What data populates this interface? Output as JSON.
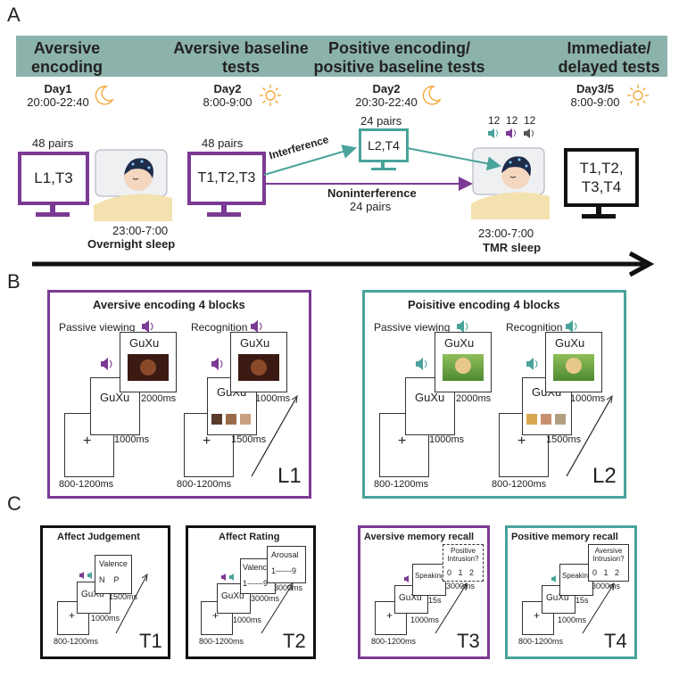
{
  "panel_a": {
    "letter": "A",
    "phases": [
      {
        "label": "Aversive encoding"
      },
      {
        "label": "Aversive baseline tests"
      },
      {
        "label": "Positive encoding/ positive baseline tests"
      },
      {
        "label": "Immediate/ delayed tests"
      }
    ],
    "days": [
      {
        "day": "Day1",
        "time": "20:00-22:40",
        "icon": "moon-icon"
      },
      {
        "day": "Day2",
        "time": "8:00-9:00",
        "icon": "sun-icon"
      },
      {
        "day": "Day2",
        "time": "20:30-22:40",
        "icon": "moon-icon"
      },
      {
        "day": "Day3/5",
        "time": "8:00-9:00",
        "icon": "sun-icon"
      }
    ],
    "monitors": [
      {
        "pairs": "48 pairs",
        "screen": "L1,T3",
        "color": "#7b3a93"
      },
      {
        "pairs": "48 pairs",
        "screen": "T1,T2,T3",
        "color": "#7b3a93"
      },
      {
        "pairs": "24 pairs",
        "screen": "L2,T4",
        "color": "#4aa39a"
      },
      {
        "pairs": "",
        "screen": "T1,T2, T3,T4",
        "color": "#111111"
      }
    ],
    "interference_label": "Interference",
    "noninterference_label": "Noninterference",
    "noninterference_pairs": "24 pairs",
    "sleep1_time": "23:00-7:00",
    "sleep1_label": "Overnight sleep",
    "sleep2_time": "23:00-7:00",
    "sleep2_label": "TMR sleep",
    "tmr_counts": [
      "12",
      "12",
      "12"
    ]
  },
  "panel_b": {
    "letter": "B",
    "aversive": {
      "title": "Aversive encoding 4 blocks",
      "passive_label": "Passive viewing",
      "recognition_label": "Recognition",
      "word": "GuXu",
      "t_fix": "800-1200ms",
      "t_word": "1000ms",
      "t_img": "2000ms",
      "t_rec1": "1500ms",
      "t_rec2": "1000ms",
      "code": "L1",
      "color": "#7b3a93"
    },
    "positive": {
      "title": "Poisitive encoding 4 blocks",
      "passive_label": "Passive viewing",
      "recognition_label": "Recognition",
      "word": "GuXu",
      "t_fix": "800-1200ms",
      "t_word": "1000ms",
      "t_img": "2000ms",
      "t_rec1": "1500ms",
      "t_rec2": "1000ms",
      "code": "L2",
      "color": "#4aa39a"
    }
  },
  "panel_c": {
    "letter": "C",
    "tasks": [
      {
        "title": "Affect Judgement",
        "code": "T1",
        "word": "GuXu",
        "box": "Valence",
        "box_sub": "N    P",
        "t1": "800-1200ms",
        "t2": "1000ms",
        "t3": "1500ms",
        "color": "#111111"
      },
      {
        "title": "Affect Rating",
        "code": "T2",
        "word": "GuXu",
        "box": "Valence",
        "box_sub": "1------9",
        "box2": "Arousal",
        "box2_sub": "1------9",
        "t1": "800-1200ms",
        "t2": "1000ms",
        "t3": "3000ms",
        "t4": "3000ms",
        "color": "#111111"
      },
      {
        "title": "Aversive memory recall",
        "code": "T3",
        "word": "GuXu",
        "speak": "Speaking",
        "q": "Positive Intrusion?",
        "scale": "0   1   2",
        "t1": "800-1200ms",
        "t2": "1000ms",
        "t3": "15s",
        "t4": "3000ms",
        "color": "#7b3a93"
      },
      {
        "title": "Positive memory recall",
        "code": "T4",
        "word": "GuXu",
        "speak": "Speaking",
        "q": "Aversive Intrusion?",
        "scale": "0   1   2",
        "t1": "800-1200ms",
        "t2": "1000ms",
        "t3": "15s",
        "t4": "3000ms",
        "color": "#4aa39a"
      }
    ]
  },
  "colors": {
    "purple": "#7b3a93",
    "teal": "#4aa39a",
    "banner": "#8cb3ab",
    "sun": "#f2a93b"
  }
}
